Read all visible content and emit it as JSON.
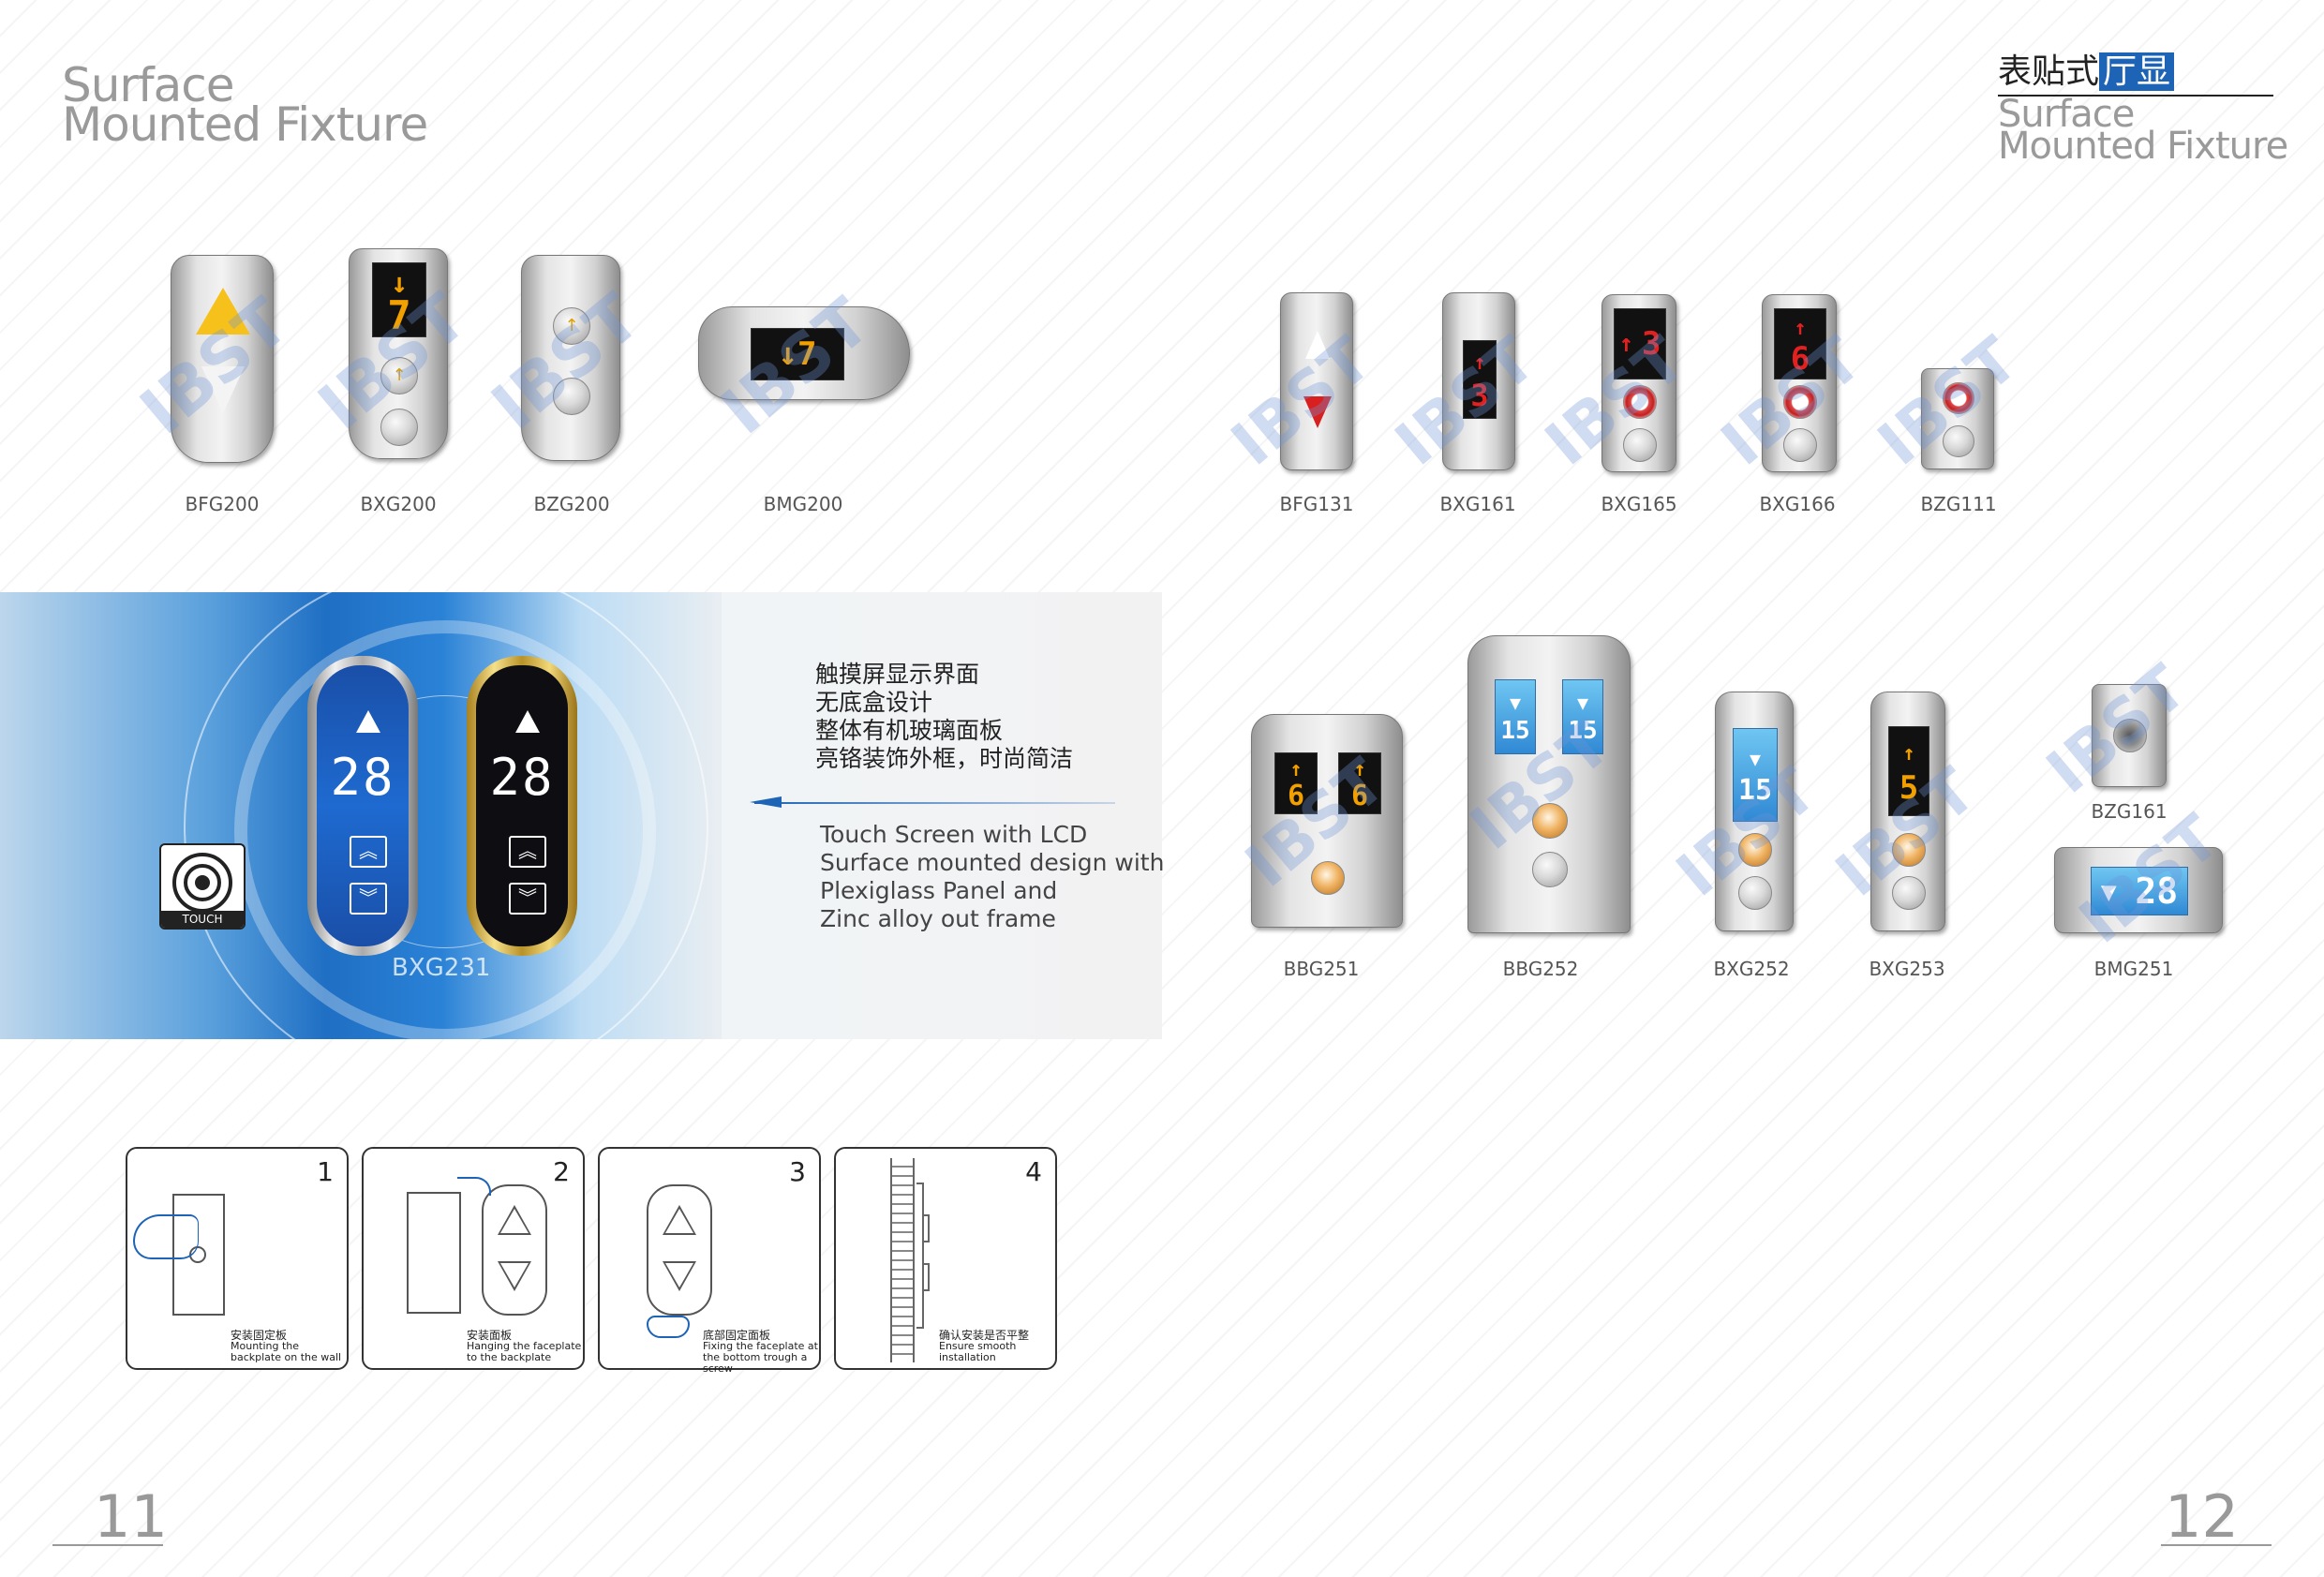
{
  "left_header": {
    "line1": "Surface",
    "line2": "Mounted Fixture"
  },
  "right_header": {
    "cn_plain": "表贴式",
    "cn_highlight": "厅显",
    "en_line1": "Surface",
    "en_line2": "Mounted Fixture"
  },
  "page_numbers": {
    "left": "11",
    "right": "12"
  },
  "watermark": "IBST",
  "products_top_left": [
    {
      "model": "BFG200"
    },
    {
      "model": "BXG200",
      "display": "7"
    },
    {
      "model": "BZG200"
    },
    {
      "model": "BMG200",
      "display": "↓7"
    }
  ],
  "products_top_right": [
    {
      "model": "BFG131"
    },
    {
      "model": "BXG161",
      "display": "3"
    },
    {
      "model": "BXG165",
      "display": "3"
    },
    {
      "model": "BXG166",
      "display": "6"
    },
    {
      "model": "BZG111"
    }
  ],
  "products_mid_right": [
    {
      "model": "BBG251",
      "display": "6"
    },
    {
      "model": "BBG252",
      "display": "15"
    },
    {
      "model": "BXG252",
      "display": "15"
    },
    {
      "model": "BXG253",
      "display": "5"
    },
    {
      "model": "BZG161"
    },
    {
      "model": "BMG251",
      "display": "28"
    }
  ],
  "touch_banner": {
    "model": "BXG231",
    "display_number": "28",
    "touch_label": "TOUCH",
    "cn_lines": [
      "触摸屏显示界面",
      "无底盒设计",
      "整体有机玻璃面板",
      "亮铬装饰外框，时尚简洁"
    ],
    "en_lines": [
      "Touch Screen with LCD",
      "Surface mounted design with",
      "Plexiglass Panel and",
      "Zinc alloy out frame"
    ]
  },
  "install_steps": [
    {
      "num": "1",
      "cn": "安装固定板",
      "en": "Mounting the backplate on the wall"
    },
    {
      "num": "2",
      "cn": "安装面板",
      "en": "Hanging the faceplate to the backplate"
    },
    {
      "num": "3",
      "cn": "底部固定面板",
      "en": "Fixing the faceplate at the bottom trough a screw"
    },
    {
      "num": "4",
      "cn": "确认安装是否平整",
      "en": "Ensure smooth installation"
    }
  ],
  "colors": {
    "accent_blue": "#1d63b6",
    "display_amber": "#f2a000",
    "display_red": "#e12020",
    "lcd_blue": "#3089d4"
  }
}
